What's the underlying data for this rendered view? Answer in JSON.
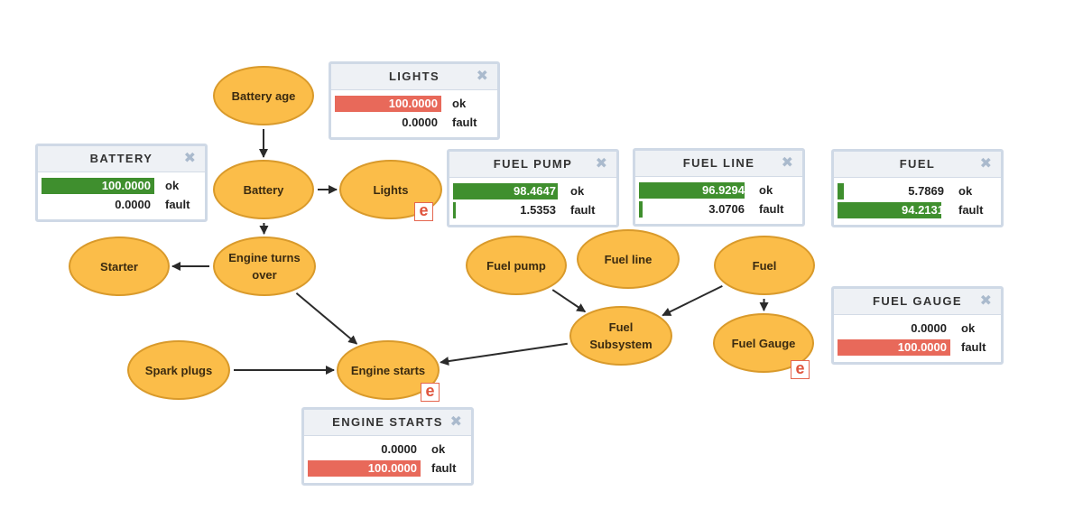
{
  "colors": {
    "node_fill": "#fbbd49",
    "node_border": "#d99a2b",
    "evidence_red": "#e8695a",
    "belief_green": "#3f8f2e",
    "panel_border": "#cfd9e6"
  },
  "nodes": {
    "battery_age": "Battery age",
    "battery": "Battery",
    "lights": "Lights",
    "starter": "Starter",
    "engine_turns_over": "Engine turns\nover",
    "spark_plugs": "Spark plugs",
    "engine_starts": "Engine starts",
    "fuel_pump": "Fuel pump",
    "fuel_line": "Fuel line",
    "fuel": "Fuel",
    "fuel_subsystem": "Fuel\nSubsystem",
    "fuel_gauge": "Fuel Gauge"
  },
  "evidence_badge": "e",
  "close_icon": "close-icon",
  "close_glyph": "✖",
  "panels": {
    "lights": {
      "title": "LIGHTS",
      "rows": [
        {
          "value": "100.0000",
          "fraction": 1.0,
          "label": "ok",
          "color": "#e8695a"
        },
        {
          "value": "0.0000",
          "fraction": 0.0,
          "label": "fault",
          "color": "#e8695a"
        }
      ]
    },
    "battery": {
      "title": "BATTERY",
      "rows": [
        {
          "value": "100.0000",
          "fraction": 1.0,
          "label": "ok",
          "color": "#3f8f2e"
        },
        {
          "value": "0.0000",
          "fraction": 0.0,
          "label": "fault",
          "color": "#3f8f2e"
        }
      ]
    },
    "fuel_pump": {
      "title": "FUEL PUMP",
      "rows": [
        {
          "value": "98.4647",
          "fraction": 0.984647,
          "label": "ok",
          "color": "#3f8f2e"
        },
        {
          "value": "1.5353",
          "fraction": 0.015353,
          "label": "fault",
          "color": "#3f8f2e"
        }
      ]
    },
    "fuel_line": {
      "title": "FUEL LINE",
      "rows": [
        {
          "value": "96.9294",
          "fraction": 0.969294,
          "label": "ok",
          "color": "#3f8f2e"
        },
        {
          "value": "3.0706",
          "fraction": 0.030706,
          "label": "fault",
          "color": "#3f8f2e"
        }
      ]
    },
    "fuel": {
      "title": "FUEL",
      "rows": [
        {
          "value": "5.7869",
          "fraction": 0.057869,
          "label": "ok",
          "color": "#3f8f2e"
        },
        {
          "value": "94.2131",
          "fraction": 0.942131,
          "label": "fault",
          "color": "#3f8f2e"
        }
      ]
    },
    "fuel_gauge": {
      "title": "FUEL GAUGE",
      "rows": [
        {
          "value": "0.0000",
          "fraction": 0.0,
          "label": "ok",
          "color": "#e8695a"
        },
        {
          "value": "100.0000",
          "fraction": 1.0,
          "label": "fault",
          "color": "#e8695a"
        }
      ]
    },
    "engine_starts": {
      "title": "ENGINE STARTS",
      "rows": [
        {
          "value": "0.0000",
          "fraction": 0.0,
          "label": "ok",
          "color": "#e8695a"
        },
        {
          "value": "100.0000",
          "fraction": 1.0,
          "label": "fault",
          "color": "#e8695a"
        }
      ]
    }
  },
  "edges": [
    {
      "from": "battery_age",
      "to": "battery"
    },
    {
      "from": "battery",
      "to": "lights"
    },
    {
      "from": "battery",
      "to": "engine_turns_over"
    },
    {
      "from": "engine_turns_over",
      "to": "starter"
    },
    {
      "from": "engine_turns_over",
      "to": "engine_starts"
    },
    {
      "from": "spark_plugs",
      "to": "engine_starts"
    },
    {
      "from": "fuel_pump",
      "to": "fuel_subsystem"
    },
    {
      "from": "fuel",
      "to": "fuel_subsystem"
    },
    {
      "from": "fuel",
      "to": "fuel_gauge"
    },
    {
      "from": "fuel_subsystem",
      "to": "engine_starts"
    }
  ]
}
